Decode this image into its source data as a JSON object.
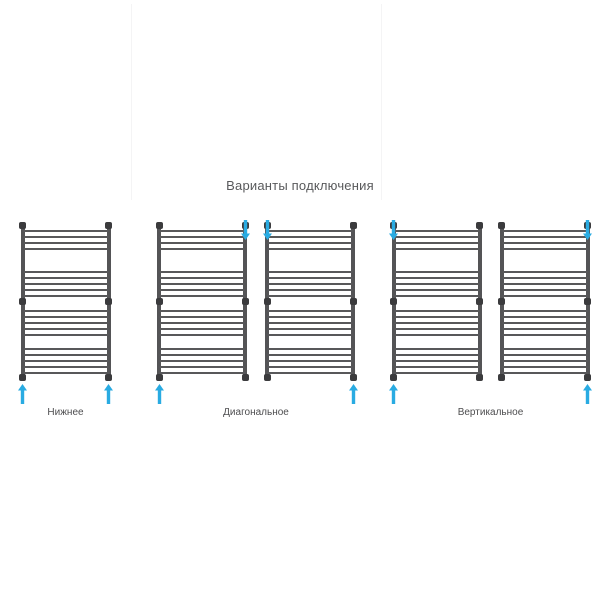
{
  "page": {
    "background": "#ffffff",
    "title": "Варианты подключения"
  },
  "colors": {
    "arrow": "#29ABE2",
    "metal": "#58585a",
    "metal_dark": "#3b3b3d",
    "text": "#58595b",
    "divider": "#f4f4f5"
  },
  "panels": [
    {
      "id": "nizhnee",
      "caption": "Нижнее",
      "units": [
        {
          "id": "unit-1",
          "arrows": [
            {
              "name": "arrow-up-bottom-left",
              "direction": "up",
              "position": "bottom-left"
            },
            {
              "name": "arrow-up-bottom-right",
              "direction": "up",
              "position": "bottom-right"
            }
          ]
        }
      ]
    },
    {
      "id": "diagonalnoe",
      "caption": "Диагональное",
      "units": [
        {
          "id": "unit-1",
          "arrows": [
            {
              "name": "arrow-down-top-right",
              "direction": "down",
              "position": "top-right"
            },
            {
              "name": "arrow-up-bottom-left",
              "direction": "up",
              "position": "bottom-left"
            }
          ]
        },
        {
          "id": "unit-2",
          "arrows": [
            {
              "name": "arrow-down-top-left",
              "direction": "down",
              "position": "top-left"
            },
            {
              "name": "arrow-up-bottom-right",
              "direction": "up",
              "position": "bottom-right"
            }
          ]
        }
      ]
    },
    {
      "id": "vertikalnoe",
      "caption": "Вертикальное",
      "units": [
        {
          "id": "unit-1",
          "arrows": [
            {
              "name": "arrow-down-top-left",
              "direction": "down",
              "position": "top-left"
            },
            {
              "name": "arrow-up-bottom-left",
              "direction": "up",
              "position": "bottom-left"
            }
          ]
        },
        {
          "id": "unit-2",
          "arrows": [
            {
              "name": "arrow-down-top-right",
              "direction": "down",
              "position": "top-right"
            },
            {
              "name": "arrow-up-bottom-right",
              "direction": "up",
              "position": "bottom-right"
            }
          ]
        }
      ]
    }
  ],
  "radiator": {
    "rung_groups": [
      {
        "count": 4,
        "start": 6,
        "spacing": 6
      },
      {
        "count": 5,
        "start": 47,
        "spacing": 6
      },
      {
        "count": 5,
        "start": 86,
        "spacing": 6
      },
      {
        "count": 5,
        "start": 124,
        "spacing": 6
      }
    ]
  }
}
